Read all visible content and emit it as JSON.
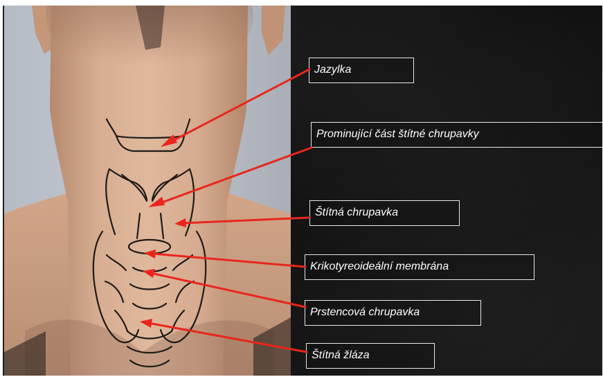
{
  "labels": [
    {
      "text": "Jazylka"
    },
    {
      "text": "Prominující část štítné chrupavky"
    },
    {
      "text": "Štítná chrupavka"
    },
    {
      "text": "Krikotyreoideální membrána"
    },
    {
      "text": "Prstencová chrupavka"
    },
    {
      "text": "Štítná žláza"
    }
  ],
  "colors": {
    "arrow": "#e8261d",
    "label_border": "#e8e8e8",
    "label_text": "#ffffff",
    "slide_background": "#141414"
  }
}
